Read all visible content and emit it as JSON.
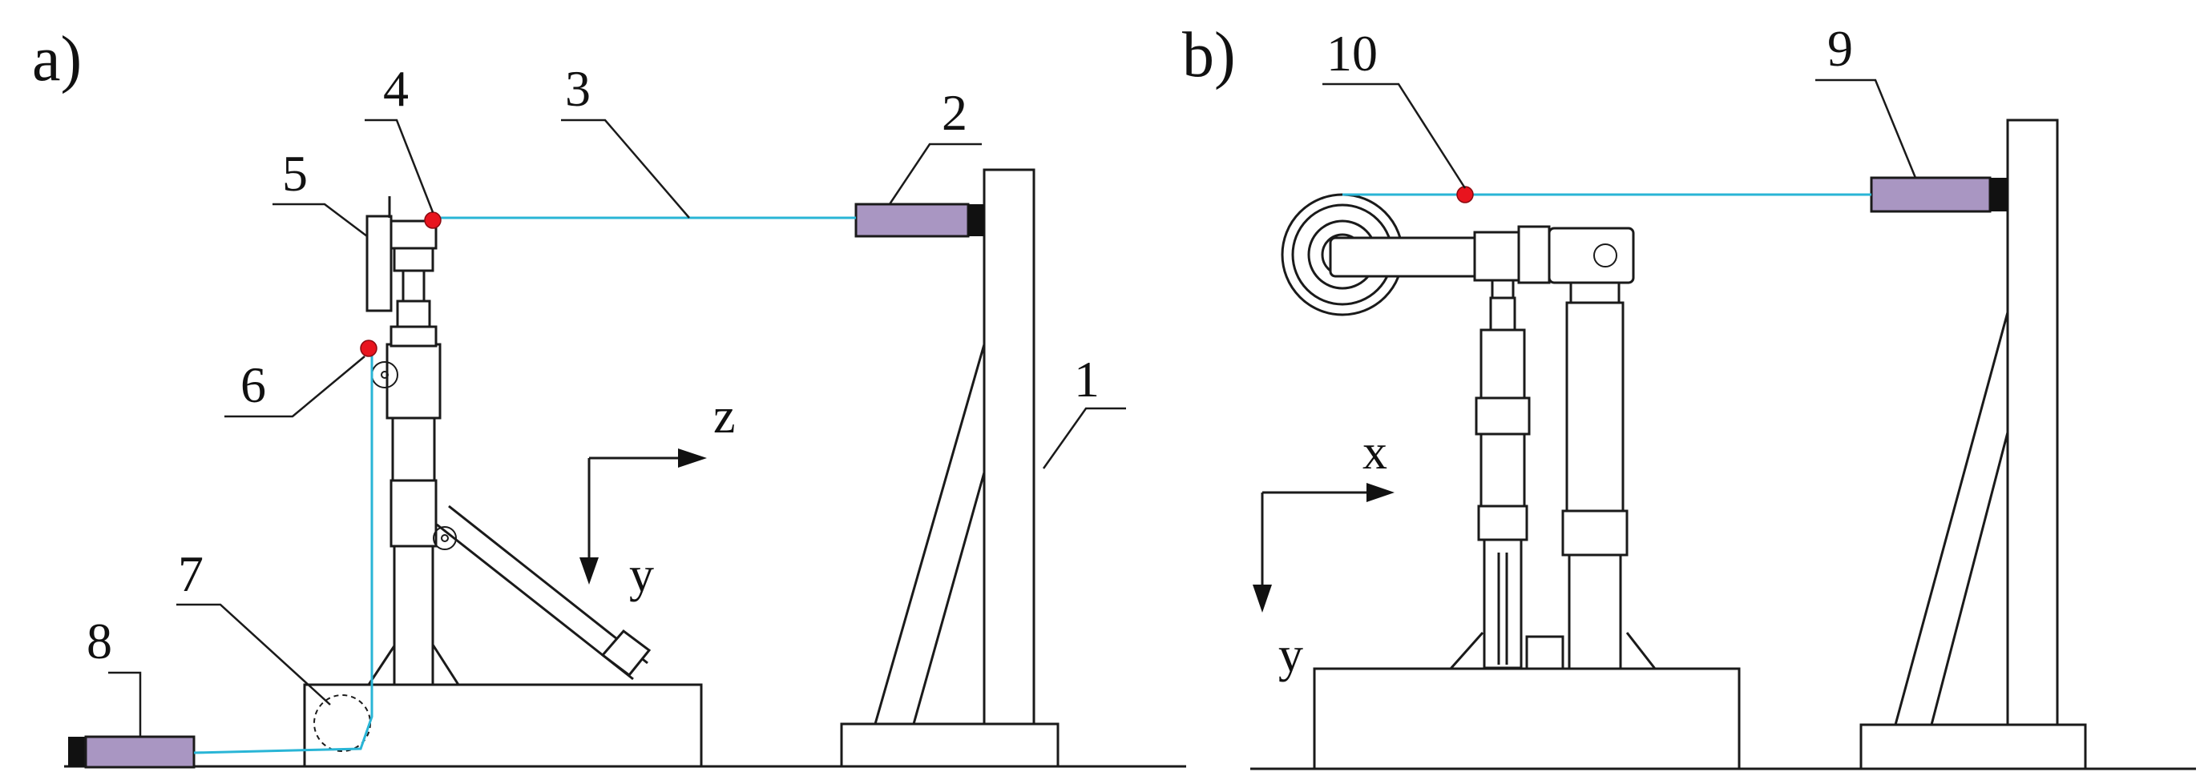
{
  "panels": {
    "a": {
      "label": "a)",
      "parts": [
        "1",
        "2",
        "3",
        "4",
        "5",
        "6",
        "7",
        "8"
      ],
      "axes": {
        "horizontal": "z",
        "vertical": "y"
      }
    },
    "b": {
      "label": "b)",
      "parts": [
        "9",
        "10"
      ],
      "axes": {
        "horizontal": "x",
        "vertical": "y"
      }
    }
  },
  "colors": {
    "cable": "#29b5d6",
    "sensor": "#a996c2",
    "marker": "#e8141e",
    "line": "#1a1a1a"
  }
}
